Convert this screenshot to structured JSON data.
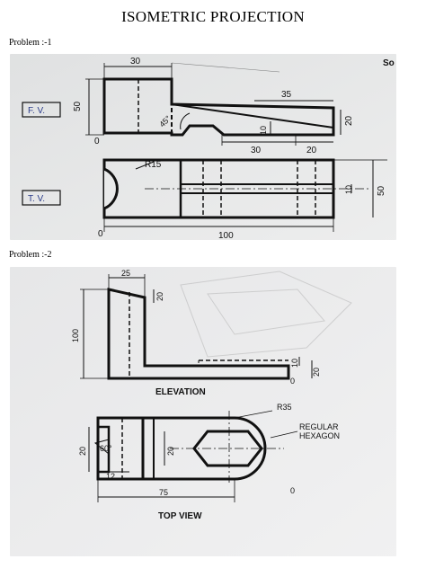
{
  "title": "ISOMETRIC PROJECTION",
  "problem1": {
    "label": "Problem :-1",
    "corner_text": "So",
    "fv_label": "F. V.",
    "tv_label": "T. V.",
    "dims": {
      "top_width": "30",
      "height": "50",
      "slope_len": "35",
      "right_h": "20",
      "slot_depth": "10",
      "bottom_a": "30",
      "bottom_b": "20",
      "angle": "45°",
      "radius": "R15",
      "tv_10": "10",
      "tv_50": "50",
      "overall": "100",
      "origin1": "0",
      "origin2": "0"
    }
  },
  "problem2": {
    "label": "Problem :-2",
    "elevation_label": "ELEVATION",
    "top_view_label": "TOP VIEW",
    "hexagon_label_1": "REGULAR",
    "hexagon_label_2": "HEXAGON",
    "dims": {
      "top_w": "25",
      "top_20": "20",
      "height": "100",
      "right_10": "10",
      "right_20": "20",
      "radius": "R35",
      "left_20": "20",
      "angle": "60°",
      "inner_20": "20",
      "small_12": "12",
      "overall": "75",
      "origin_e": "0",
      "origin_t": "0"
    }
  },
  "colors": {
    "paper": "#e9eaea",
    "ink": "#111111",
    "blue_ink": "#2b3c8a"
  }
}
